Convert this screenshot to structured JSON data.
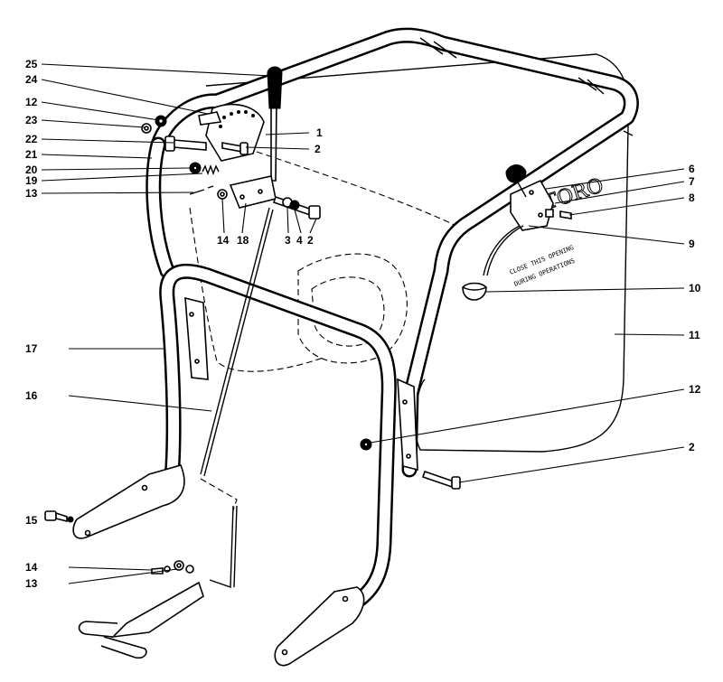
{
  "callouts": {
    "c25": "25",
    "c24": "24",
    "c12a": "12",
    "c23": "23",
    "c22": "22",
    "c21": "21",
    "c20": "20",
    "c19": "19",
    "c13a": "13",
    "c1": "1",
    "c2a": "2",
    "c14a": "14",
    "c18": "18",
    "c3": "3",
    "c4": "4",
    "c2b": "2",
    "c6": "6",
    "c7": "7",
    "c8": "8",
    "c9": "9",
    "c10": "10",
    "c11": "11",
    "c17": "17",
    "c16": "16",
    "c12b": "12",
    "c2c": "2",
    "c15": "15",
    "c14b": "14",
    "c13b": "13"
  },
  "bag_label": {
    "logo": "TORO",
    "line1": "CLOSE THIS OPENING",
    "line2": "DURING OPERATIONS"
  }
}
